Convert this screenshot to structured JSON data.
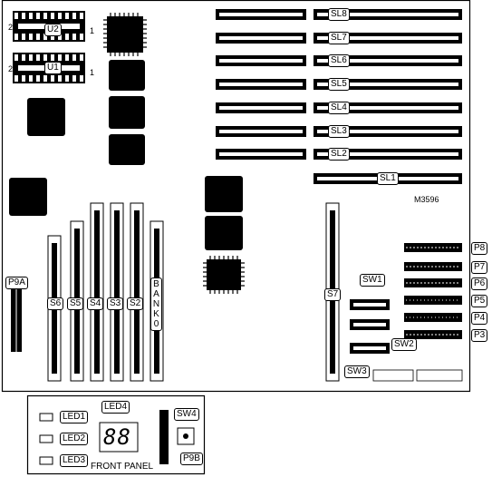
{
  "diagram": {
    "board_id": "M3596",
    "ic_sockets": {
      "u2": "U2",
      "u1": "U1",
      "pin1": "1",
      "pin2": "2"
    },
    "slots": [
      "SL8",
      "SL7",
      "SL6",
      "SL5",
      "SL4",
      "SL3",
      "SL2",
      "SL1"
    ],
    "simm_banks": [
      "S6",
      "S5",
      "S4",
      "S3",
      "S2"
    ],
    "bank0": "BANK0",
    "cache_slot": "S7",
    "connectors": [
      "P8",
      "P7",
      "P6",
      "P5",
      "P4",
      "P3"
    ],
    "p9a": "P9A",
    "switches": {
      "sw1": "SW1",
      "sw2": "SW2",
      "sw3": "SW3"
    },
    "front_panel": {
      "title": "FRONT PANEL",
      "leds": [
        "LED1",
        "LED2",
        "LED3"
      ],
      "led4": "LED4",
      "display": "88",
      "sw4": "SW4",
      "p9b": "P9B"
    }
  }
}
